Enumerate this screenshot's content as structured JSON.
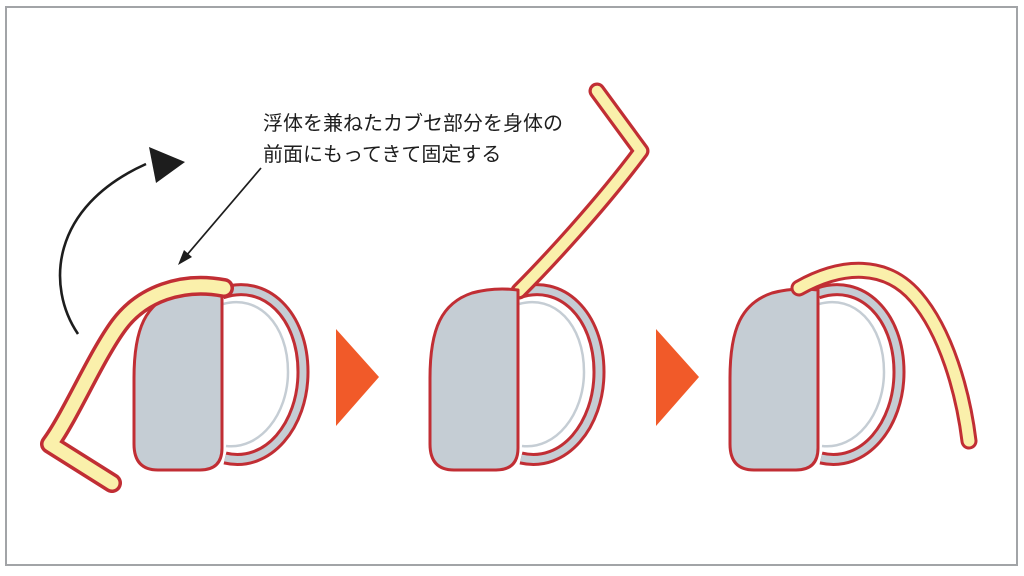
{
  "annotation": {
    "line1": "浮体を兼ねたカブセ部分を身体の",
    "line2": "前面にもってきて固定する"
  },
  "figures": {
    "step1": "bag-with-flap-hanging-left",
    "step2": "bag-with-flap-raised-up",
    "step3": "bag-with-flap-folded-to-front"
  },
  "icons": {
    "rotation_arrow": "curved-rotation-arrow",
    "pointer_arrow": "annotation-pointer-arrow",
    "next_arrow_1": "right-triangle-arrow",
    "next_arrow_2": "right-triangle-arrow"
  },
  "colors": {
    "red": "#C1担2E34",
    "cream": "#FAF0AB",
    "gray": "#C5CDD4",
    "orange": "#F15A29",
    "black": "#1d1d1d",
    "frame": "#A2A4A7"
  }
}
